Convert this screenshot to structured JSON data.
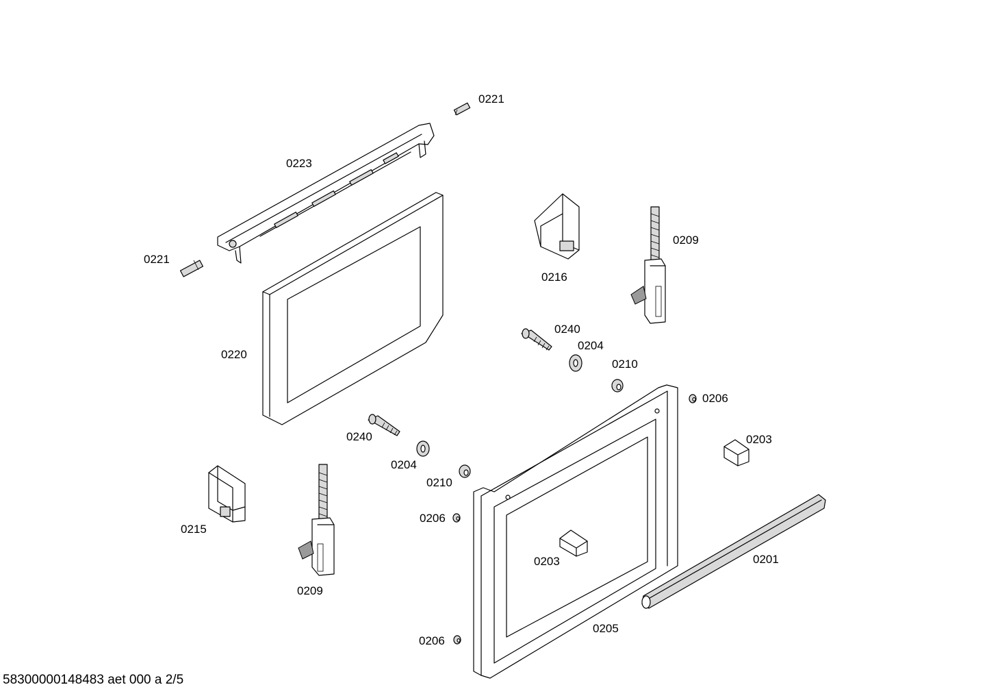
{
  "labels": {
    "p0221_top": "0221",
    "p0223": "0223",
    "p0221_left": "0221",
    "p0220": "0220",
    "p0216": "0216",
    "p0209_right": "0209",
    "p0240_upper": "0240",
    "p0204_upper": "0204",
    "p0210_upper": "0210",
    "p0206_upper": "0206",
    "p0203_right": "0203",
    "p0240_lower": "0240",
    "p0204_lower": "0204",
    "p0210_lower": "0210",
    "p0215": "0215",
    "p0209_left": "0209",
    "p0206_mid": "0206",
    "p0203_center": "0203",
    "p0201": "0201",
    "p0205": "0205",
    "p0206_bottom": "0206"
  },
  "footer": "58300000148483 aet 000 a 2/5"
}
